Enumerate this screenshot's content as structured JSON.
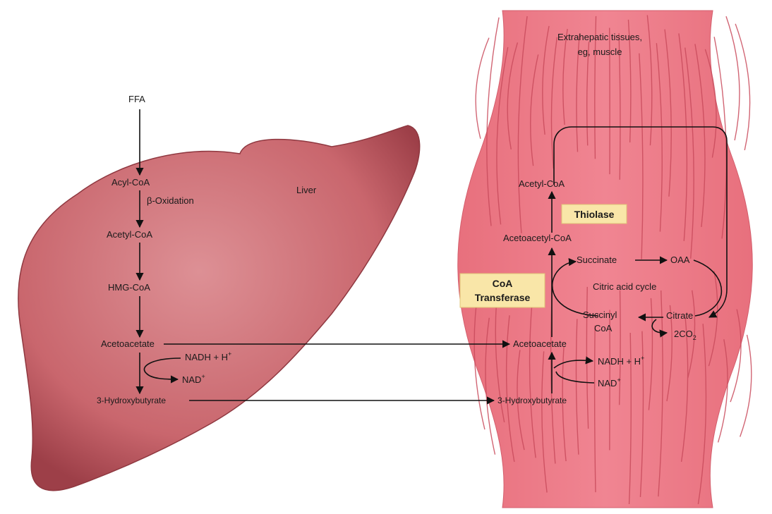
{
  "liver": {
    "organ_label": "Liver",
    "ffa": "FFA",
    "acyl_coa": "Acyl-CoA",
    "beta_oxidation": "β-Oxidation",
    "acetyl_coa": "Acetyl-CoA",
    "hmg_coa": "HMG-CoA",
    "acetoacetate": "Acetoacetate",
    "nadh": "NADH + H",
    "nadh_sup": "+",
    "nad": "NAD",
    "nad_sup": "+",
    "hydroxybutyrate": "3-Hydroxybutyrate"
  },
  "muscle": {
    "tissue_label_line1": "Extrahepatic tissues,",
    "tissue_label_line2": "eg, muscle",
    "acetyl_coa": "Acetyl-CoA",
    "thiolase": "Thiolase",
    "acetoacetyl_coa": "Acetoacetyl-CoA",
    "coa_transferase_line1": "CoA",
    "coa_transferase_line2": "Transferase",
    "succinate": "Succinate",
    "oaa": "OAA",
    "citric_acid_cycle": "Citric acid cycle",
    "succinyl_coa_line1": "Succinyl",
    "succinyl_coa_line2": "CoA",
    "citrate": "Citrate",
    "co2": "2CO",
    "co2_sub": "2",
    "acetoacetate": "Acetoacetate",
    "nadh": "NADH + H",
    "nadh_sup": "+",
    "nad": "NAD",
    "nad_sup": "+",
    "hydroxybutyrate": "3-Hydroxybutyrate"
  },
  "colors": {
    "liver_fill": "#c8626a",
    "liver_highlight": "#d98a8f",
    "muscle_fill": "#ec7a86",
    "muscle_stripe": "#c94b5c",
    "enzyme_box": "#f9e6a8"
  }
}
